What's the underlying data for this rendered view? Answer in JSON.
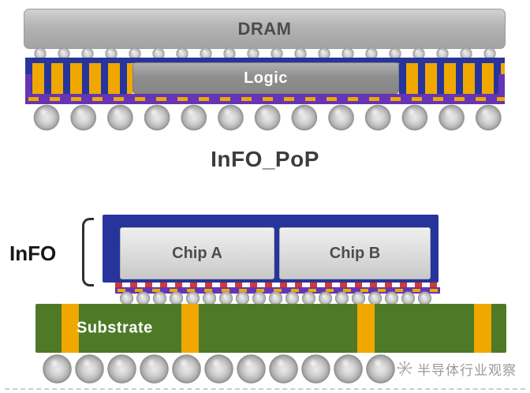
{
  "title": "InFO_PoP",
  "top_package": {
    "dram_label": "DRAM",
    "logic_label": "Logic"
  },
  "bottom_package": {
    "info_label": "InFO",
    "chip_a_label": "Chip A",
    "chip_b_label": "Chip B",
    "substrate_label": "Substrate"
  },
  "watermark": {
    "text": "半导体行业观察"
  },
  "colors": {
    "blue": "#27349b",
    "yellow": "#f0a800",
    "purple": "#6535b5",
    "green": "#4e7a27",
    "red": "#d23a2e"
  }
}
